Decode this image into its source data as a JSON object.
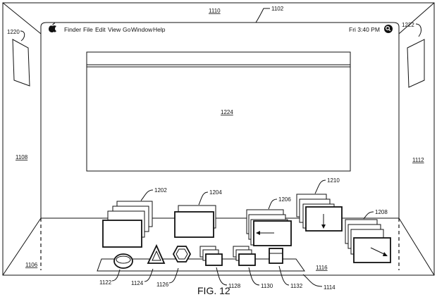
{
  "menubar": {
    "apple_icon": "apple-logo-icon",
    "items": [
      "Finder",
      "File",
      "Edit",
      "View",
      "Go",
      "Window",
      "Help"
    ],
    "clock": "Fri 3:40 PM",
    "search_icon": "magnifier-icon"
  },
  "refs": {
    "r1102": "1102",
    "r1110": "1110",
    "r1220": "1220",
    "r1222": "1222",
    "r1224": "1224",
    "r1108": "1108",
    "r1112": "1112",
    "r1106": "1106",
    "r1116": "1116",
    "r1114": "1114",
    "r1202": "1202",
    "r1204": "1204",
    "r1206": "1206",
    "r1208": "1208",
    "r1210": "1210",
    "r1122": "1122",
    "r1124": "1124",
    "r1126": "1126",
    "r1128": "1128",
    "r1130": "1130",
    "r1132": "1132"
  },
  "caption": "FIG. 12"
}
